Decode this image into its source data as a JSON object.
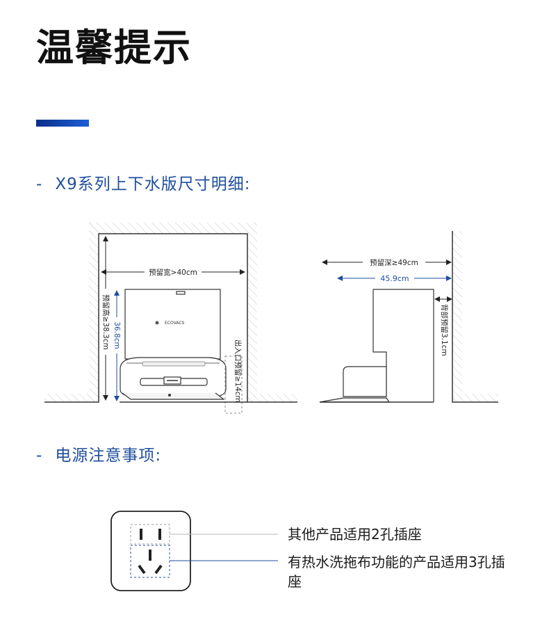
{
  "page": {
    "title": "温馨提示",
    "accent_color": "#1b4fb8"
  },
  "section_dimensions": {
    "dash": "-",
    "heading": "X9系列上下水版尺寸明细:",
    "front_view": {
      "width_label": "预留宽>40cm",
      "height_label": "预留高≥38.3cm",
      "device_height_label": "36.8cm",
      "outlet_label": "出入口预留≥14cm",
      "logo_text": "ECOVACS"
    },
    "side_view": {
      "depth_label": "预留深≥49cm",
      "device_depth_label": "45.9cm",
      "back_label": "背部预留3.1cm"
    }
  },
  "section_power": {
    "dash": "-",
    "heading": "电源注意事项:",
    "two_pin_label": "其他产品适用2孔插座",
    "three_pin_label": "有热水洗拖布功能的产品适用3孔插座"
  }
}
